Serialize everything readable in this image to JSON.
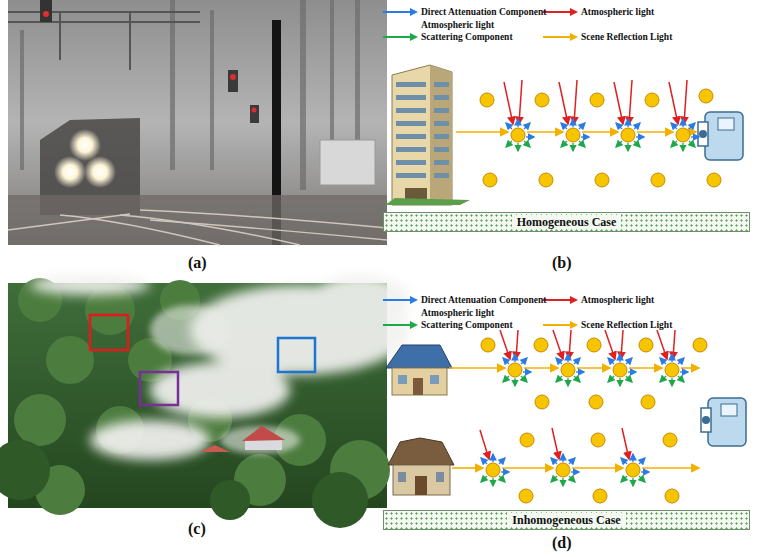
{
  "diagram": {
    "nodes": [
      {
        "text": [
          "Homogeneous Case"
        ]
      },
      {
        "text": [
          "Inhomogeneous Case"
        ]
      }
    ],
    "labels": [
      "(a)",
      "(b)",
      "(c)",
      "(d)"
    ],
    "legend": [
      {
        "text": "Direct Attenuation Component"
      },
      {
        "text": "Atmospheric light Scattering Component"
      },
      {
        "text": "Atmospheric light"
      },
      {
        "text": "Scene Reflection Light"
      },
      {
        "text": "Direct Attenuation Component"
      },
      {
        "text": "Atmospheric light Scattering Component"
      },
      {
        "text": "Atmospheric light"
      },
      {
        "text": "Scene Reflection Light"
      }
    ]
  }
}
